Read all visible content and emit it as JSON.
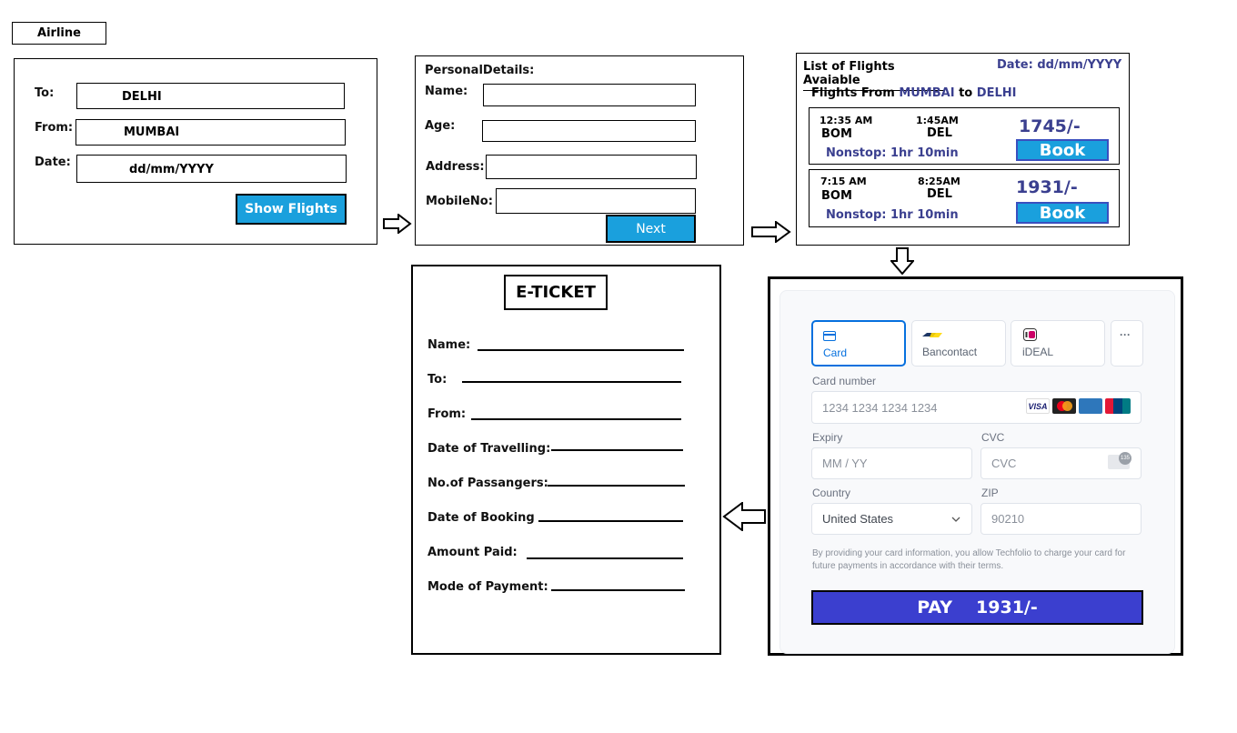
{
  "app": {
    "title": "Airline"
  },
  "search_form": {
    "to_label": "To:",
    "to_value": "DELHI",
    "from_label": "From:",
    "from_value": "MUMBAI",
    "date_label": "Date:",
    "date_value": "dd/mm/YYYY",
    "button": "Show Flights"
  },
  "personal_form": {
    "heading": "PersonalDetails:",
    "name_label": "Name:",
    "age_label": "Age:",
    "address_label": "Address:",
    "mobile_label": "MobileNo:",
    "button": "Next"
  },
  "flights": {
    "heading": "List of Flights Avaiable",
    "date": "Date: dd/mm/YYYY",
    "route_prefix": "Flights From",
    "origin": "MUMBAI",
    "route_to": "to",
    "destination": "DELHI",
    "items": [
      {
        "dep_time": "12:35 AM",
        "arr_time": "1:45AM",
        "dep_code": "BOM",
        "arr_code": "DEL",
        "stop": "Nonstop:",
        "duration": "1hr 10min",
        "price": "1745/-",
        "book": "Book"
      },
      {
        "dep_time": "7:15 AM",
        "arr_time": "8:25AM",
        "dep_code": "BOM",
        "arr_code": "DEL",
        "stop": "Nonstop:",
        "duration": "1hr 10min",
        "price": "1931/-",
        "book": "Book"
      }
    ]
  },
  "payment": {
    "tabs": [
      {
        "label": "Card",
        "icon": "card-icon"
      },
      {
        "label": "Bancontact",
        "icon": "bancontact-icon"
      },
      {
        "label": "iDEAL",
        "icon": "ideal-icon"
      }
    ],
    "more": "···",
    "card_number_label": "Card number",
    "card_number_placeholder": "1234 1234 1234 1234",
    "expiry_label": "Expiry",
    "expiry_placeholder": "MM / YY",
    "cvc_label": "CVC",
    "cvc_placeholder": "CVC",
    "country_label": "Country",
    "country_value": "United States",
    "zip_label": "ZIP",
    "zip_value": "90210",
    "consent": "By providing your card information, you allow Techfolio to charge your card for future payments in accordance with their terms.",
    "pay_label": "PAY",
    "pay_amount": "1931/-",
    "brands": [
      "VISA",
      "mastercard",
      "amex",
      "unionpay"
    ],
    "cvc_badge": "135",
    "accent_color": "#0570de",
    "pay_color": "#3b3fcf"
  },
  "eticket": {
    "title": "E-TICKET",
    "fields": [
      "Name:",
      "To:",
      "From:",
      "Date of Travelling:",
      "No.of Passangers:",
      "Date of Booking",
      "Amount Paid:",
      "Mode of Payment:"
    ]
  }
}
